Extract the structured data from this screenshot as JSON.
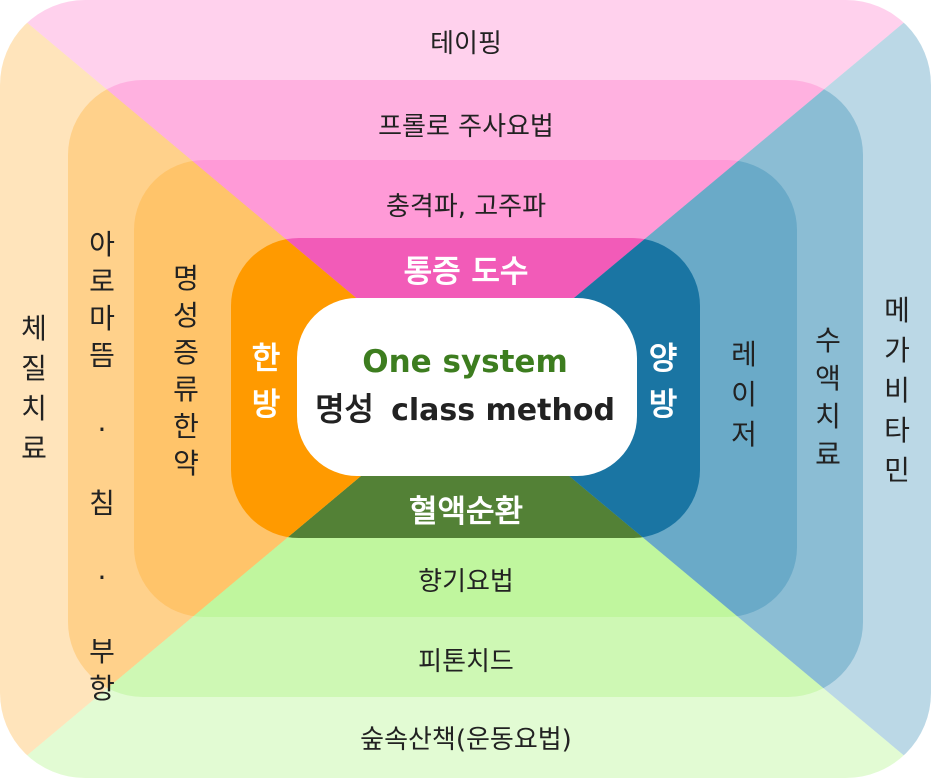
{
  "colors": {
    "top": "#ff66c4",
    "left": "#ffa51f",
    "right": "#1f7fac",
    "bottom": "#9ef36e",
    "core_top": "#f25bb8",
    "core_left": "#ff9a00",
    "core_right": "#1a75a3",
    "core_bottom": "#538136",
    "center_bg": "#ffffff",
    "center_accent": "#3d7d1f"
  },
  "top": {
    "ring1": "테이핑",
    "ring2": "프롤로 주사요법",
    "ring3": "충격파, 고주파",
    "core": "통증 도수"
  },
  "bottom": {
    "ring1": "숲속산책(운동요법)",
    "ring2": "피톤치드",
    "ring3": "향기요법",
    "core": "혈액순환"
  },
  "left": {
    "ring1": "체질치료",
    "ring2": "아로마뜸 · 침 · 부항",
    "ring3": "명성증류한약",
    "core": "한방"
  },
  "right": {
    "ring1": "메가비타민",
    "ring2": "수액치료",
    "ring3": "레이저",
    "core": "양방"
  },
  "center": {
    "line1": "One system",
    "line2_ko": "명성",
    "line2_en": "class method"
  }
}
